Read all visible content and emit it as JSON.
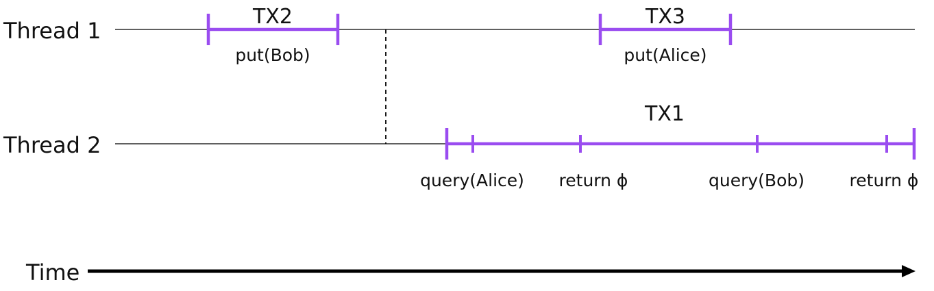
{
  "threads": [
    {
      "label": "Thread 1"
    },
    {
      "label": "Thread 2"
    }
  ],
  "transactions": [
    {
      "name": "TX2",
      "thread": "Thread 1",
      "operations": [
        "put(Bob)"
      ]
    },
    {
      "name": "TX3",
      "thread": "Thread 1",
      "operations": [
        "put(Alice)"
      ]
    },
    {
      "name": "TX1",
      "thread": "Thread 2",
      "operations": [
        "query(Alice)",
        "return ϕ",
        "query(Bob)",
        "return ϕ"
      ]
    }
  ],
  "axis": {
    "label": "Time"
  },
  "colors": {
    "transaction": "#9a4cf0",
    "timeline": "#000000",
    "dashed_marker": "#000000"
  }
}
